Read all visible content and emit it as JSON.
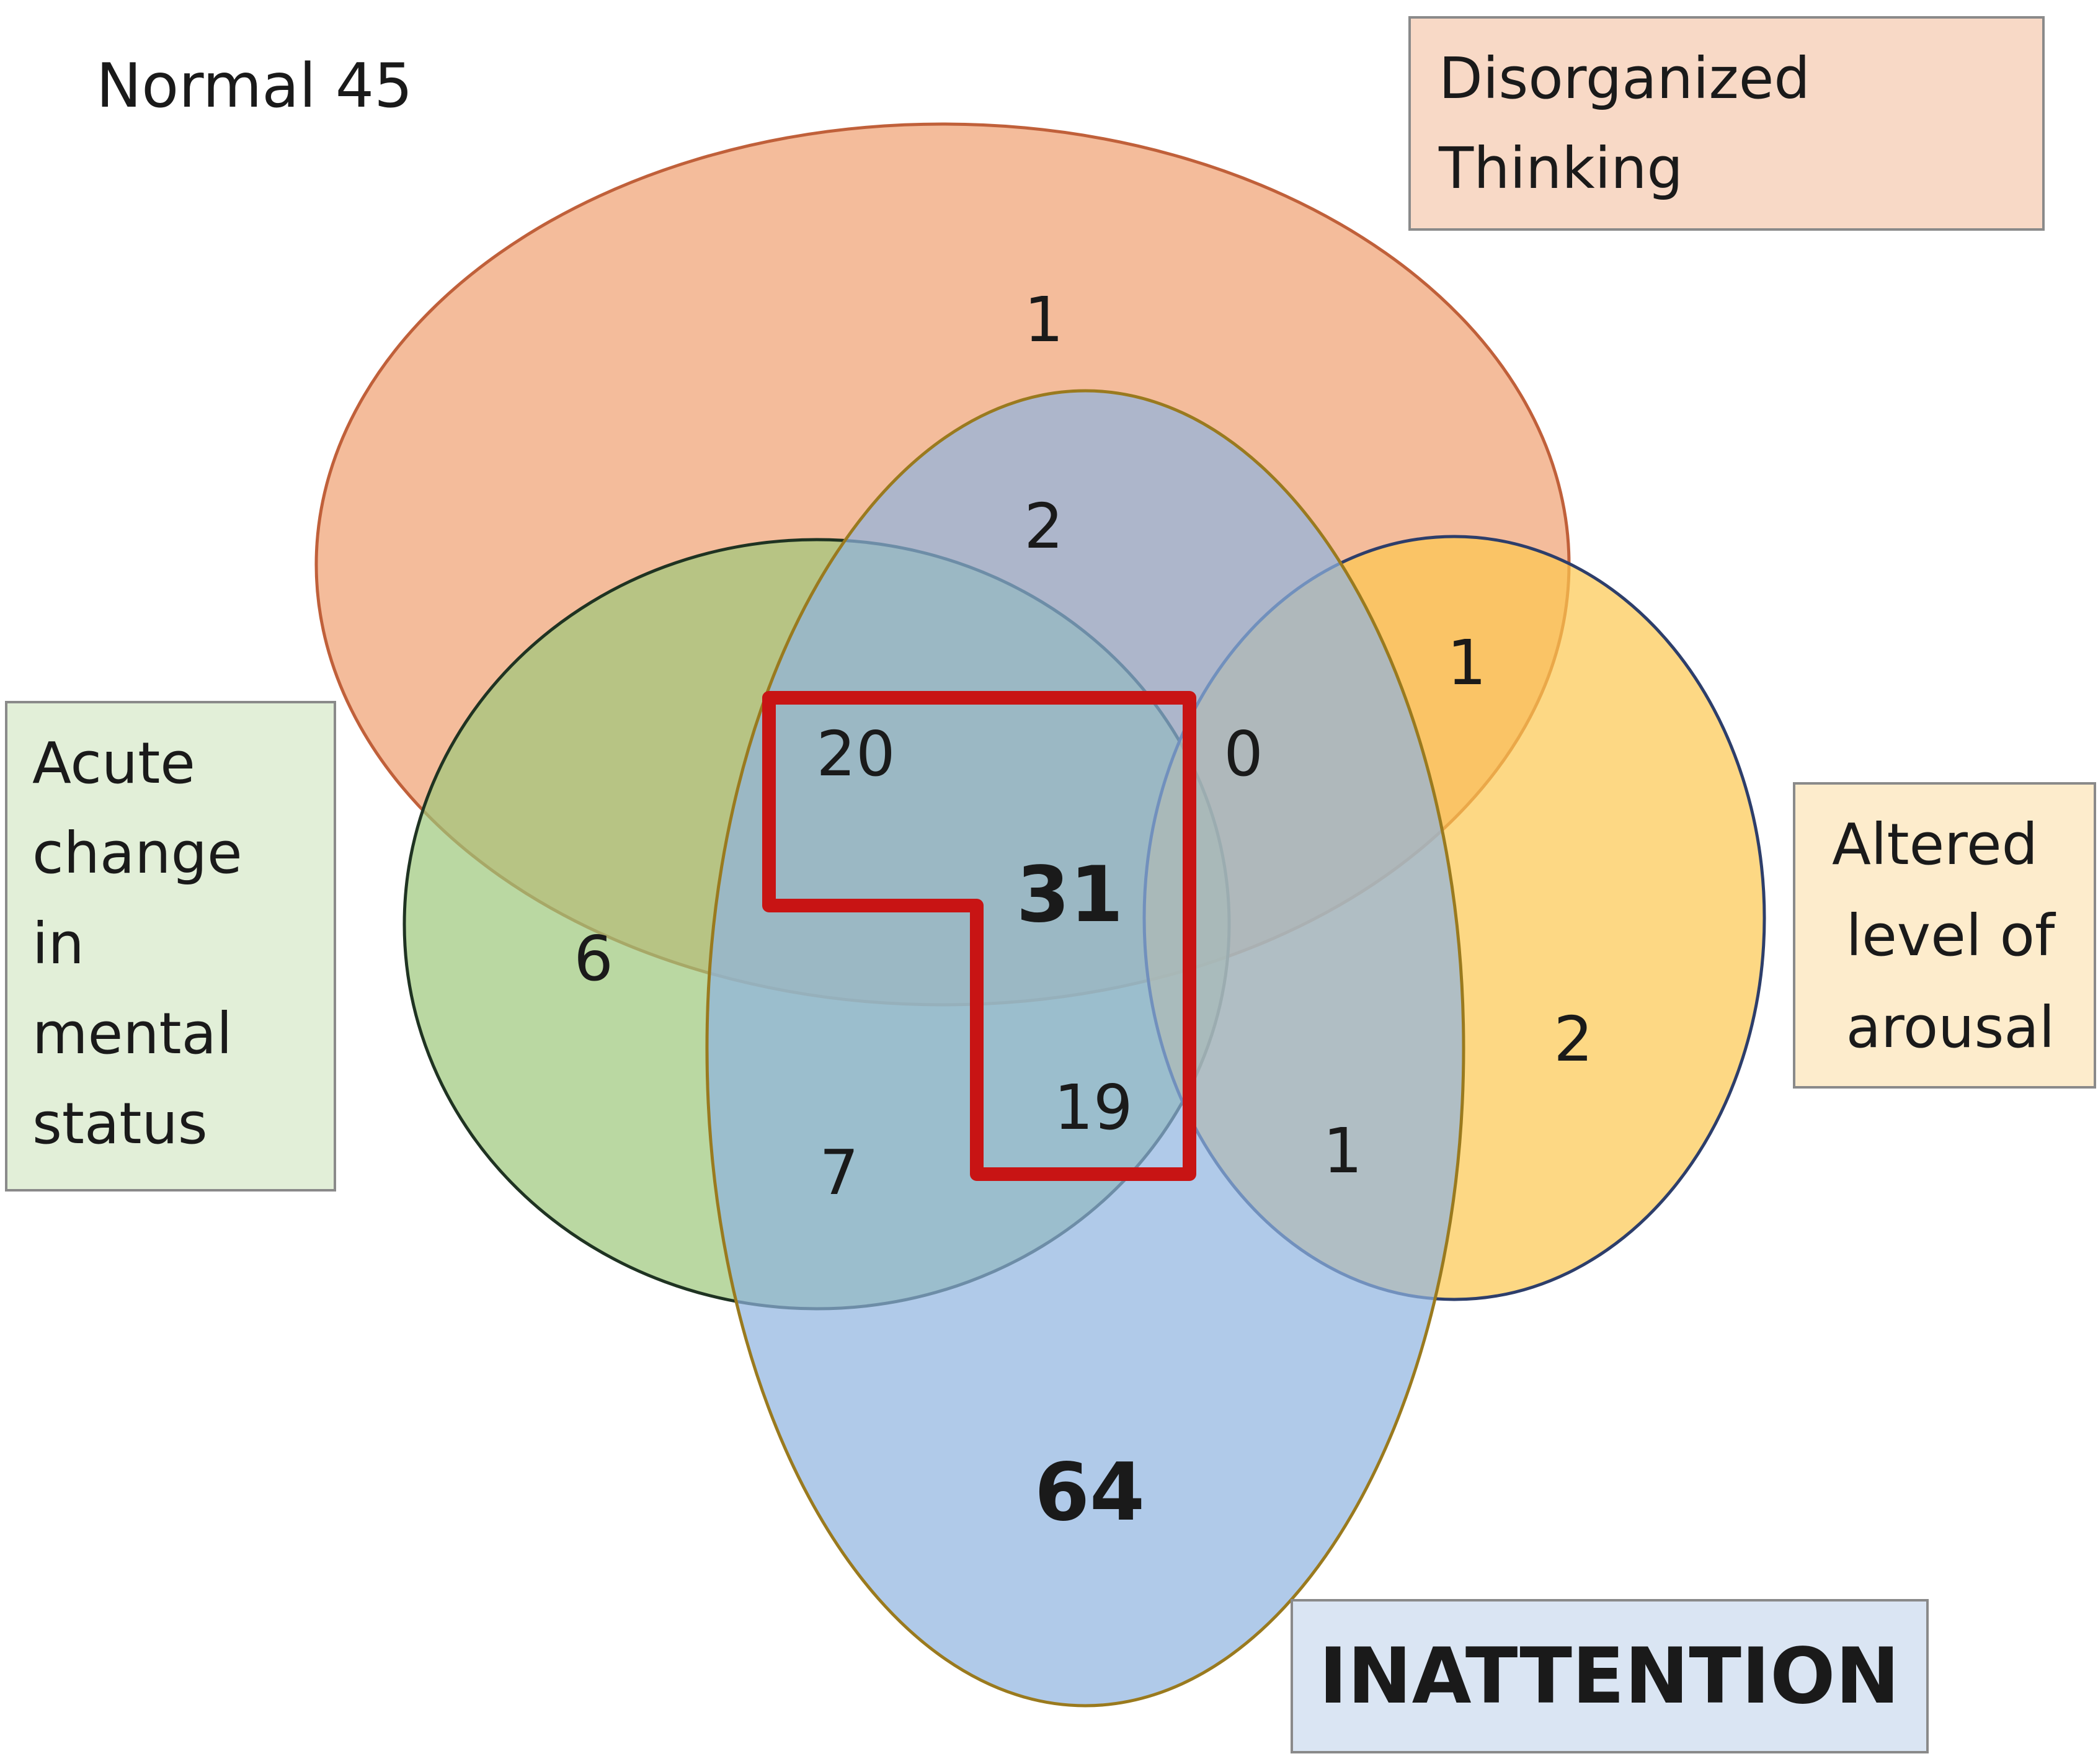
{
  "normal_label": "Normal 45",
  "sets": {
    "disorganized": {
      "label_lines": [
        "Disorganized",
        "Thinking"
      ],
      "color": "#f0a070"
    },
    "acute": {
      "label_lines": [
        "Acute",
        "change",
        "in",
        "mental",
        "status"
      ],
      "color": "#9cc87a"
    },
    "altered": {
      "label_lines": [
        "Altered",
        "level of",
        "arousal"
      ],
      "color": "#fcc850"
    },
    "inattention": {
      "label_lines": [
        "INATTENTION"
      ],
      "color": "#8fb4e0"
    }
  },
  "regions": {
    "disorganized_only": "1",
    "disorganized_inattention": "2",
    "disorganized_altered": "1",
    "acute_disorganized_inattention": "20",
    "disorganized_inattention_altered": "0",
    "all_four": "31",
    "acute_only": "6",
    "acute_inattention_altered": "19",
    "acute_inattention": "7",
    "inattention_altered": "1",
    "altered_only": "2",
    "inattention_only": "64"
  },
  "highlight_color": "#c81414"
}
